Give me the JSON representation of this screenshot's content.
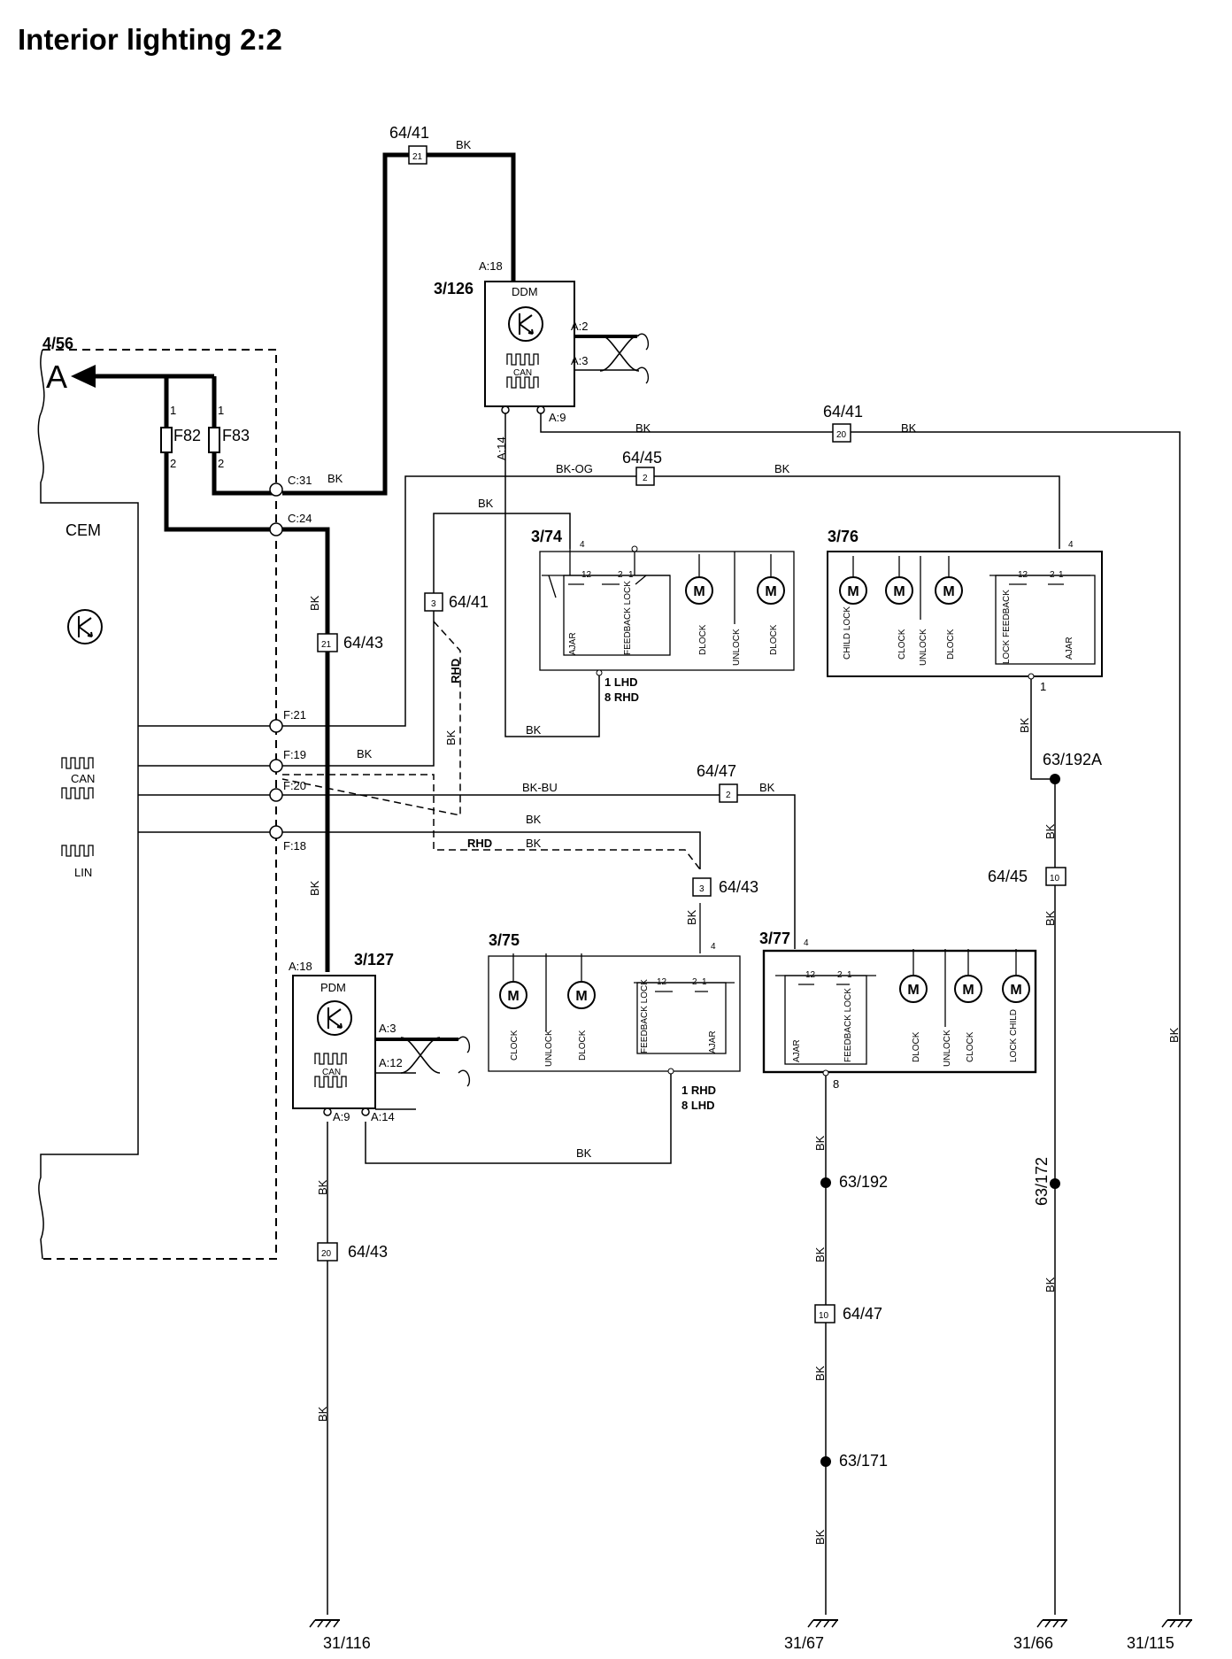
{
  "title": "Interior lighting 2:2",
  "connector_wire_labels": {
    "c_64_41_top": "64/41",
    "c_64_41_top_pin": "21",
    "w_top_bk": "BK",
    "c_64_41_right": "64/41",
    "c_64_41_right_pin": "20",
    "w_a9_bk1": "BK",
    "w_a9_bk2": "BK",
    "c_64_45_mid": "64/45",
    "c_64_45_mid_pin": "2",
    "w_bkog": "BK-OG",
    "w_bk_6445": "BK",
    "w_bk_374": "BK",
    "c_64_41_left": "64/41",
    "c_64_41_left_pin": "3",
    "c_64_43_a": "64/43",
    "c_64_43_a_pin": "21",
    "w_bk_cem_vert": "BK",
    "w_c31_bk": "BK",
    "w_f19_bk": "BK",
    "w_f19_bk2": "BK",
    "w_ddm_bk": "BK",
    "c_64_47_mid": "64/47",
    "c_64_47_mid_pin": "2",
    "w_bkbu": "BK-BU",
    "w_bk_6447": "BK",
    "w_f18_bk": "BK",
    "w_rhd_bk": "BK",
    "c_64_43_b": "64/43",
    "c_64_43_b_pin": "3",
    "w_bk_375": "BK",
    "w_bk_pdm_vert": "BK",
    "w_bk_pdm_a14": "BK",
    "w_bk_pdm_down": "BK",
    "c_64_43_c": "64/43",
    "c_64_43_c_pin": "20",
    "w_bk_pdm_down2": "BK",
    "w_bk_192a": "BK",
    "s_63_192a": "63/192A",
    "w_bk_6445r": "BK",
    "c_64_45_r": "64/45",
    "c_64_45_r_pin": "10",
    "w_bk_6445r2": "BK",
    "s_63_172": "63/172",
    "w_bk_172": "BK",
    "w_bk_far": "BK",
    "w_bk_377a": "BK",
    "s_63_192": "63/192",
    "w_bk_377b": "BK",
    "c_64_47_b": "64/47",
    "c_64_47_b_pin": "10",
    "w_bk_377c": "BK",
    "s_63_171": "63/171",
    "w_bk_377d": "BK",
    "rhd_a": "RHD",
    "rhd_b": "RHD"
  },
  "grounds": [
    "31/116",
    "31/67",
    "31/66",
    "31/115"
  ],
  "cem": {
    "id": "4/56",
    "name": "CEM",
    "arrow_letter": "A",
    "fuses": [
      {
        "name": "F82",
        "p1": "1",
        "p2": "2"
      },
      {
        "name": "F83",
        "p1": "1",
        "p2": "2"
      }
    ],
    "pins": [
      "C:31",
      "C:24",
      "F:21",
      "F:19",
      "F:20",
      "F:18"
    ],
    "can_label": "CAN",
    "lin_label": "LIN"
  },
  "ddm": {
    "id": "3/126",
    "name": "DDM",
    "can_label": "CAN",
    "pins": [
      "A:18",
      "A:2",
      "A:3",
      "A:14",
      "A:9"
    ]
  },
  "pdm": {
    "id": "3/127",
    "name": "PDM",
    "can_label": "CAN",
    "pins": [
      "A:18",
      "A:3",
      "A:12",
      "A:9",
      "A:14"
    ]
  },
  "locks": {
    "l374": {
      "id": "3/74",
      "pin_top": "4",
      "sw_pins": [
        "12",
        "2",
        "1"
      ],
      "motor": "M",
      "labels": [
        "AJAR",
        "FEEDBACK LOCK",
        "DLOCK",
        "UNLOCK",
        "DLOCK"
      ],
      "out_a": "1  LHD",
      "out_b": "8  RHD"
    },
    "l376": {
      "id": "3/76",
      "pin_top": "4",
      "sw_pins": [
        "12",
        "2",
        "1"
      ],
      "motor": "M",
      "labels": [
        "CHILD LOCK",
        "CLOCK",
        "UNLOCK",
        "DLOCK",
        "LOCK FEEDBACK",
        "AJAR"
      ],
      "out": "1"
    },
    "l375": {
      "id": "3/75",
      "pin_top": "4",
      "sw_pins": [
        "12",
        "2",
        "1"
      ],
      "motor": "M",
      "labels": [
        "CLOCK",
        "UNLOCK",
        "DLOCK",
        "FEEDBACK LOCK",
        "AJAR"
      ],
      "out_a": "1  RHD",
      "out_b": "8  LHD"
    },
    "l377": {
      "id": "3/77",
      "pin_top": "4",
      "sw_pins": [
        "12",
        "2",
        "1"
      ],
      "motor": "M",
      "labels": [
        "AJAR",
        "FEEDBACK LOCK",
        "DLOCK",
        "UNLOCK",
        "CLOCK",
        "LOCK CHILD"
      ],
      "out": "8"
    }
  }
}
